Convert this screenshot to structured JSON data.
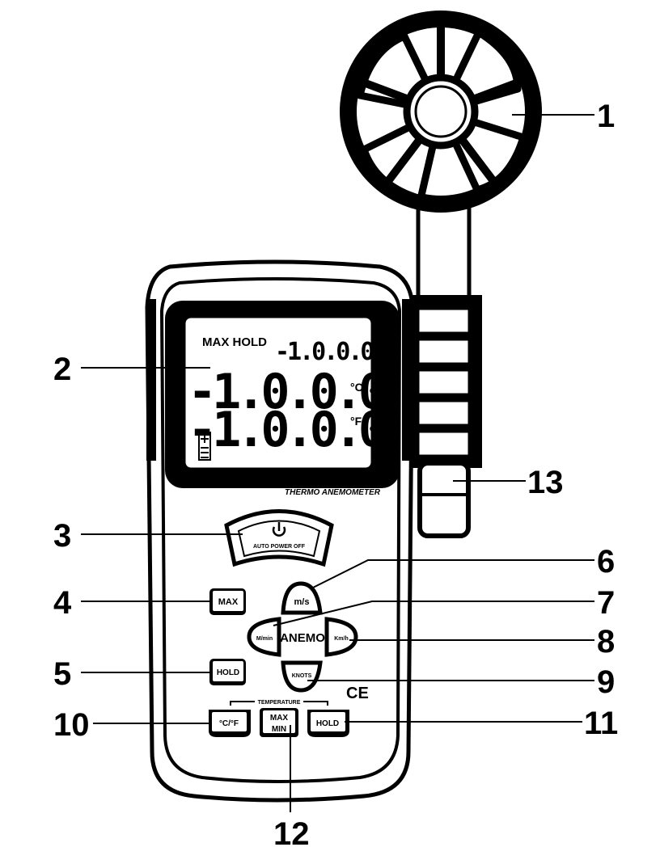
{
  "callouts": {
    "c1": "1",
    "c2": "2",
    "c3": "3",
    "c4": "4",
    "c5": "5",
    "c6": "6",
    "c7": "7",
    "c8": "8",
    "c9": "9",
    "c10": "10",
    "c11": "11",
    "c12": "12",
    "c13": "13"
  },
  "lcd": {
    "max_hold": "MAX HOLD",
    "small_reading": "-1.0.0.0",
    "reading_top": "-1.0.0.0",
    "reading_bottom": "-1.0.0.0",
    "unit_c": "°C",
    "unit_f": "°F"
  },
  "device": {
    "brand_text": "THERMO ANEMOMETER",
    "power_label": "AUTO POWER OFF",
    "temperature_label": "TEMPERATURE",
    "ce_mark": "CE"
  },
  "buttons": {
    "max": "MAX",
    "hold_left": "HOLD",
    "ms": "m/s",
    "mmin": "M/min",
    "anemo": "ANEMO",
    "kmh": "Km/h",
    "knots": "KNOTS",
    "cf": "°C/°F",
    "max_top": "MAX",
    "min_bottom": "MIN",
    "hold_right": "HOLD"
  }
}
